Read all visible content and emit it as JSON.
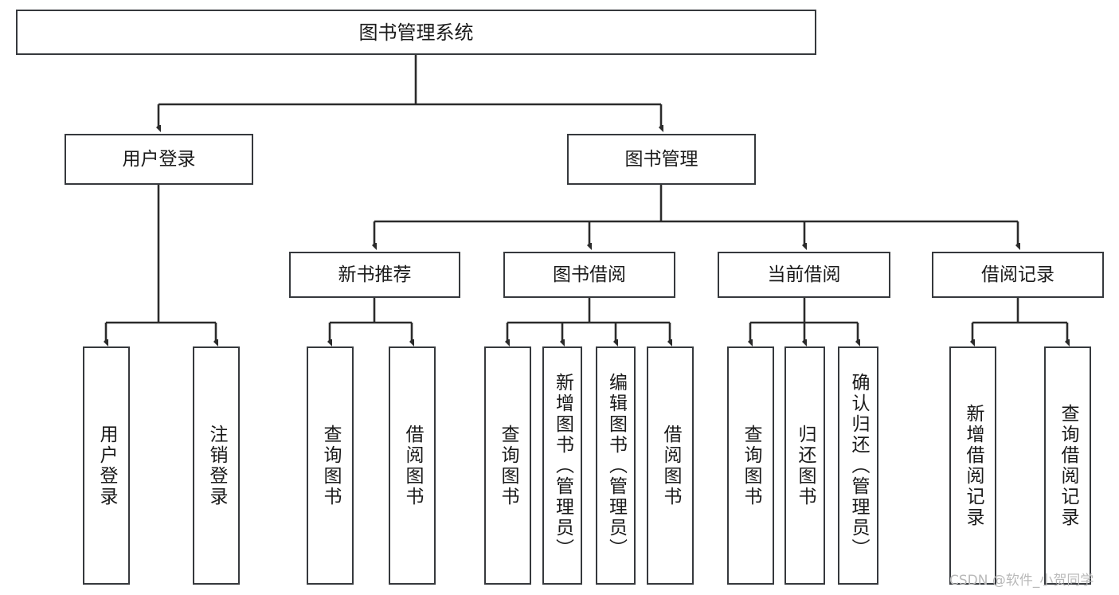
{
  "diagram": {
    "type": "tree-hierarchy",
    "title": "图书管理系统",
    "watermark": "CSDN @软件_小贺同学",
    "colors": {
      "background": "#ffffff",
      "box_border": "#36393d",
      "box_fill": "#ffffff",
      "text": "#1a1a1a",
      "edge": "#2b2b2b",
      "watermark": "#b9b9b9"
    },
    "nodes": {
      "root": {
        "label": "图书管理系统",
        "level": 1
      },
      "user_login": {
        "label": "用户登录",
        "level": 2
      },
      "book_manage": {
        "label": "图书管理",
        "level": 2
      },
      "new_book_rec": {
        "label": "新书推荐",
        "level": 3
      },
      "book_borrow": {
        "label": "图书借阅",
        "level": 3
      },
      "current_borrow": {
        "label": "当前借阅",
        "level": 3
      },
      "borrow_record": {
        "label": "借阅记录",
        "level": 3
      },
      "leaf_user_login": {
        "label": "用户登录",
        "level": 4
      },
      "leaf_logout": {
        "label": "注销登录",
        "level": 4
      },
      "leaf_query_book_1": {
        "label": "查询图书",
        "level": 4
      },
      "leaf_borrow_book_1": {
        "label": "借阅图书",
        "level": 4
      },
      "leaf_query_book_2": {
        "label": "查询图书",
        "level": 4
      },
      "leaf_add_book": {
        "label": "新增图书（管理员）",
        "level": 4
      },
      "leaf_edit_book": {
        "label": "编辑图书（管理员）",
        "level": 4
      },
      "leaf_borrow_book_2": {
        "label": "借阅图书",
        "level": 4
      },
      "leaf_query_book_3": {
        "label": "查询图书",
        "level": 4
      },
      "leaf_return_book": {
        "label": "归还图书",
        "level": 4
      },
      "leaf_confirm_return": {
        "label": "确认归还（管理员）",
        "level": 4
      },
      "leaf_add_record": {
        "label": "新增借阅记录",
        "level": 4
      },
      "leaf_query_record": {
        "label": "查询借阅记录",
        "level": 4
      }
    },
    "edges": [
      {
        "from": "root",
        "to": "user_login"
      },
      {
        "from": "root",
        "to": "book_manage"
      },
      {
        "from": "user_login",
        "to": "leaf_user_login"
      },
      {
        "from": "user_login",
        "to": "leaf_logout"
      },
      {
        "from": "book_manage",
        "to": "new_book_rec"
      },
      {
        "from": "book_manage",
        "to": "book_borrow"
      },
      {
        "from": "book_manage",
        "to": "current_borrow"
      },
      {
        "from": "book_manage",
        "to": "borrow_record"
      },
      {
        "from": "new_book_rec",
        "to": "leaf_query_book_1"
      },
      {
        "from": "new_book_rec",
        "to": "leaf_borrow_book_1"
      },
      {
        "from": "book_borrow",
        "to": "leaf_query_book_2"
      },
      {
        "from": "book_borrow",
        "to": "leaf_add_book"
      },
      {
        "from": "book_borrow",
        "to": "leaf_edit_book"
      },
      {
        "from": "book_borrow",
        "to": "leaf_borrow_book_2"
      },
      {
        "from": "current_borrow",
        "to": "leaf_query_book_3"
      },
      {
        "from": "current_borrow",
        "to": "leaf_return_book"
      },
      {
        "from": "current_borrow",
        "to": "leaf_confirm_return"
      },
      {
        "from": "borrow_record",
        "to": "leaf_add_record"
      },
      {
        "from": "borrow_record",
        "to": "leaf_query_record"
      }
    ]
  }
}
